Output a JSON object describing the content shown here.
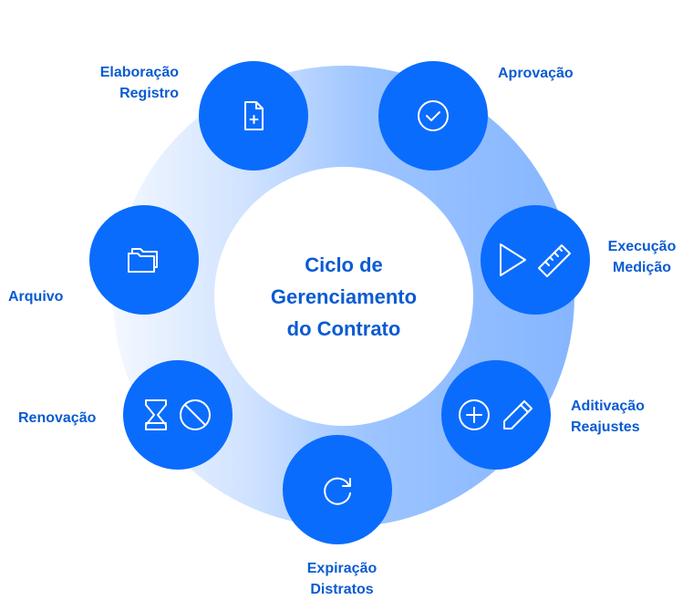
{
  "title": "Ciclo de Gerenciamento do Contrato",
  "title_lines": [
    "Ciclo de",
    "Gerenciamento",
    "do Contrato"
  ],
  "colors": {
    "node": "#0a6cfd",
    "text": "#0a5bd3",
    "ring_light": "#f4f8ff",
    "ring_dark": "#86b6ff"
  },
  "stages": [
    {
      "lines": [
        "Elaboração",
        "Registro"
      ],
      "icons": [
        "file-plus-icon"
      ]
    },
    {
      "lines": [
        "Aprovação"
      ],
      "icons": [
        "check-circle-icon"
      ]
    },
    {
      "lines": [
        "Execução",
        "Medição"
      ],
      "icons": [
        "play-icon",
        "ruler-icon"
      ]
    },
    {
      "lines": [
        "Aditivação",
        "Reajustes"
      ],
      "icons": [
        "plus-circle-icon",
        "pencil-icon"
      ]
    },
    {
      "lines": [
        "Expiração",
        "Distratos"
      ],
      "icons": [
        "refresh-icon"
      ]
    },
    {
      "lines": [
        "Renovação"
      ],
      "icons": [
        "hourglass-icon",
        "ban-icon"
      ]
    },
    {
      "lines": [
        "Arquivo"
      ],
      "icons": [
        "folders-icon"
      ]
    }
  ]
}
